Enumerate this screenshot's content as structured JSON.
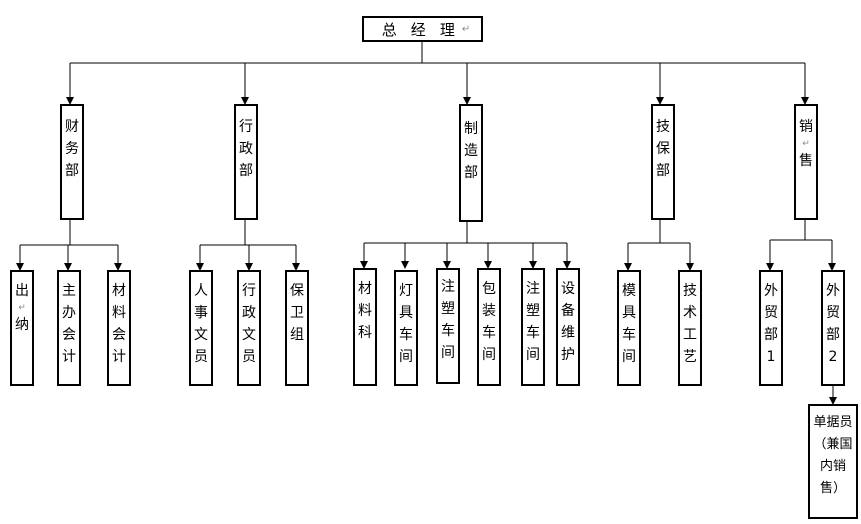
{
  "root": {
    "label": "总经理"
  },
  "departments": [
    {
      "id": "finance",
      "label": "财务部",
      "children": [
        "出纳",
        "主办会计",
        "材料会计"
      ]
    },
    {
      "id": "admin",
      "label": "行政部",
      "children": [
        "人事文员",
        "行政文员",
        "保卫组"
      ]
    },
    {
      "id": "manufacturing",
      "label": "制造部",
      "children": [
        "材料科",
        "灯具车间",
        "注塑车间",
        "包装车间",
        "注塑车间",
        "设备维护"
      ]
    },
    {
      "id": "technical",
      "label": "技保部",
      "children": [
        "模具车间",
        "技术工艺"
      ]
    },
    {
      "id": "sales",
      "label": "销售",
      "children": [
        "外贸部1",
        "外贸部2"
      ]
    }
  ],
  "sub_child": {
    "parent": "外贸部2",
    "label": "单据员（兼国内销售）"
  }
}
